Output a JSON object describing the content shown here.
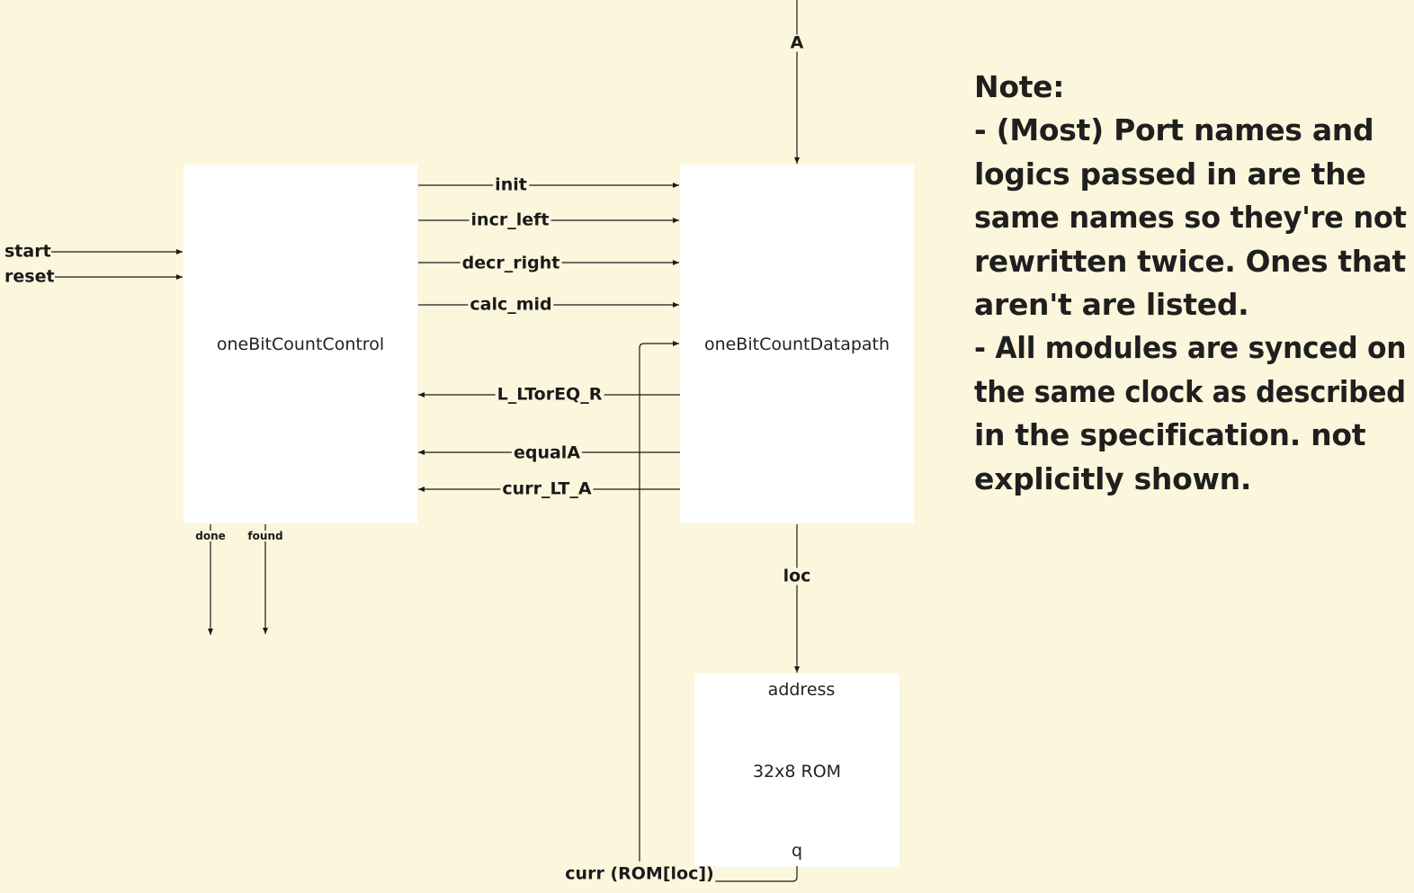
{
  "blocks": {
    "control": "oneBitCountControl",
    "datapath": "oneBitCountDatapath",
    "rom_address": "address",
    "rom_title": "32x8 ROM",
    "rom_q": "q"
  },
  "signals": {
    "a": "A",
    "start": "start",
    "reset": "reset",
    "init": "init",
    "incr_left": "incr_left",
    "decr_right": "decr_right",
    "calc_mid": "calc_mid",
    "l_ltoreq_r": "L_LTorEQ_R",
    "equala": "equalA",
    "curr_lt_a": "curr_LT_A",
    "done": "done",
    "found": "found",
    "loc": "loc",
    "curr": "curr (ROM[loc])"
  },
  "note": {
    "lines": [
      "Note:",
      "- (Most) Port names and",
      "logics passed in are the",
      "same names so they're not",
      "rewritten twice. Ones that",
      "aren't are listed.",
      "- All modules are synced on",
      "the same clock as described",
      "in the specification. not",
      "explicitly shown."
    ]
  },
  "colors": {
    "background": "#fcf6dd",
    "block_fill": "#ffffff",
    "line": "#1a1a1a"
  }
}
